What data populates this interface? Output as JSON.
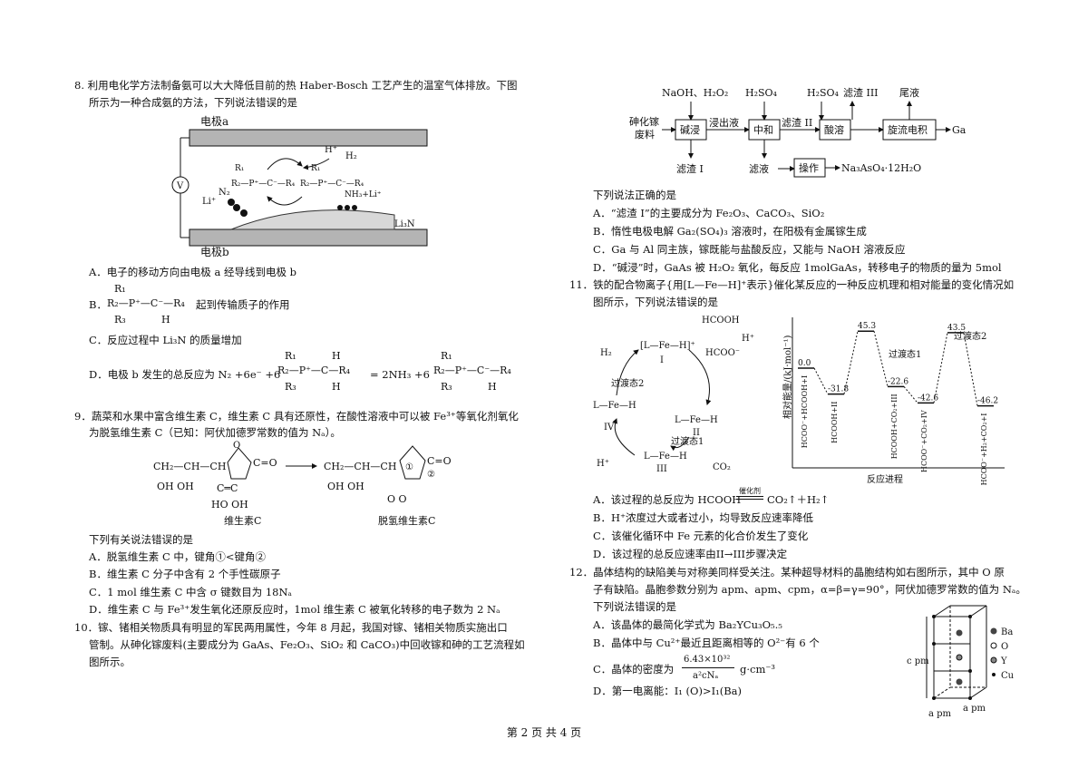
{
  "q8": {
    "stem1": "8. 利用电化学方法制备氨可以大大降低目前的热 Haber-Bosch 工艺产生的温室气体排放。下图",
    "stem2": "所示为一种合成氨的方法，下列说法错误的是",
    "electrode_a": "电极a",
    "electrode_b": "电极b",
    "volt": "V",
    "li3n": "Li₃N",
    "h2": "H₂",
    "li": "Li⁺",
    "n2": "N₂",
    "nh3": "NH₃+Li⁺",
    "optA": "A．电子的移动方向由电极 a 经导线到电极 b",
    "optB_pre": "B．",
    "optB_post": "起到传输质子的作用",
    "optC": "C．反应过程中 Li₃N 的质量增加",
    "optD_pre": "D．电极 b 发生的总反应为 N₂ +6e⁻ +6",
    "optD_mid": "= 2NH₃ +6"
  },
  "q9": {
    "stem1": "9．蔬菜和水果中富含维生素 C，维生素 C 具有还原性，在酸性溶液中可以被 Fe³⁺等氧化剂氧化",
    "stem2": "为脱氢维生素 C（已知：阿伏加德罗常数的值为 Nₐ）。",
    "vc": "维生素C",
    "dvc": "脱氢维生素C",
    "ask": "下列有关说法错误的是",
    "optA": "A．脱氢维生素 C 中，键角①<键角②",
    "optB": "B．维生素 C 分子中含有 2 个手性碳原子",
    "optC": "C．1 mol 维生素 C 中含 σ 键数目为 18Nₐ",
    "optD": "D．维生素 C 与 Fe³⁺发生氧化还原反应时，1mol 维生素 C 被氧化转移的电子数为 2 Nₐ"
  },
  "q10": {
    "stem1": "10．镓、锗相关物质具有明显的军民两用属性，今年 8 月起，我国对镓、锗相关物质实施出口",
    "stem2": "管制。从砷化镓废料(主要成分为 GaAs、Fe₂O₃、SiO₂ 和 CaCO₃)中回收镓和砷的工艺流程如",
    "stem3": "图所示。",
    "flow": {
      "reag1": "NaOH、H₂O₂",
      "reag2": "H₂SO₄",
      "reag3": "H₂SO₄",
      "slag3": "滤渣 III",
      "tail": "尾液",
      "feed1": "砷化镓",
      "feed2": "废料",
      "s1": "碱浸",
      "leach": "浸出液",
      "s2": "中和",
      "slag2": "滤渣 II",
      "s3": "酸溶",
      "s4": "旋流电积",
      "ga": "Ga",
      "slag1": "滤渣 I",
      "filtrate": "滤液",
      "op": "操作",
      "product": "Na₃AsO₄·12H₂O"
    },
    "ask": "下列说法正确的是",
    "optA": "A．“滤渣 I”的主要成分为 Fe₂O₃、CaCO₃、SiO₂",
    "optB": "B．惰性电极电解 Ga₂(SO₄)₃ 溶液时，在阳极有金属镓生成",
    "optC": "C．Ga 与 Al 同主族，镓既能与盐酸反应，又能与 NaOH 溶液反应",
    "optD": "D．“碱浸”时，GaAs 被 H₂O₂ 氧化，每反应 1molGaAs，转移电子的物质的量为 5mol"
  },
  "q11": {
    "stem1": "11．铁的配合物离子{用[L—Fe—H]⁺表示}催化某反应的一种反应机理和相对能量的变化情况如",
    "stem2": "图所示，下列说法错误的是",
    "cycle": {
      "hcooh": "HCOOH",
      "hcoo": "HCOO⁻",
      "hplus_top": "H⁺",
      "hplus_bot": "H⁺",
      "co2": "CO₂",
      "h2": "H₂",
      "ts2": "过渡态2",
      "ts1": "过渡态1",
      "cat1": "[L—Fe—H]⁺",
      "r1": "I",
      "r2": "II",
      "r3": "III",
      "r4": "IV"
    },
    "energy": {
      "ylabel": "相对能量/(kJ·mol⁻¹)",
      "xlabel": "反应进程",
      "values": [
        "0.0",
        "-31.8",
        "45.3",
        "-22.6",
        "-42.6",
        "43.5",
        "-46.2"
      ],
      "ts1": "过渡态1",
      "ts2": "过渡态2",
      "species": [
        "HCOO⁻+HCOOH+I",
        "HCOOH+II",
        "HCOOH+CO₂+III",
        "HCOO⁻+CO₂+IV",
        "HCOO⁻+H₂+CO₂+I"
      ]
    },
    "optA_pre": "A．该过程的总反应为 HCOOH",
    "optA_cat": "催化剂",
    "optA_post": "CO₂↑＋H₂↑",
    "optB": "B．H⁺浓度过大或者过小，均导致反应速率降低",
    "optC": "C．该催化循环中 Fe 元素的化合价发生了变化",
    "optD": "D．该过程的总反应速率由II→III步骤决定"
  },
  "q12": {
    "stem1": "12．晶体结构的缺陷美与对称美同样受关注。某种超导材料的晶胞结构如右图所示，其中 O 原",
    "stem2": "子有缺陷。晶胞参数分别为 apm、apm、cpm，α=β=γ=90°，阿伏加德罗常数的值为 Nₐ。",
    "ask": "下列说法错误的是",
    "optA": "A．该晶体的最简化学式为 Ba₂YCu₃O₅.₅",
    "optB": "B．晶体中与 Cu²⁺最近且距离相等的 O²⁻有 6 个",
    "optC_pre": "C．晶体的密度为",
    "optC_num": "6.43×10³²",
    "optC_den": "a²cNₐ",
    "optC_unit": "g·cm⁻³",
    "optD": "D．第一电离能：I₁ (O)>I₁(Ba)",
    "legend": [
      "Ba",
      "O",
      "Y",
      "Cu"
    ],
    "cpm": "c pm",
    "apm1": "a pm",
    "apm2": "a pm"
  },
  "footer": "第 2 页  共 4 页"
}
